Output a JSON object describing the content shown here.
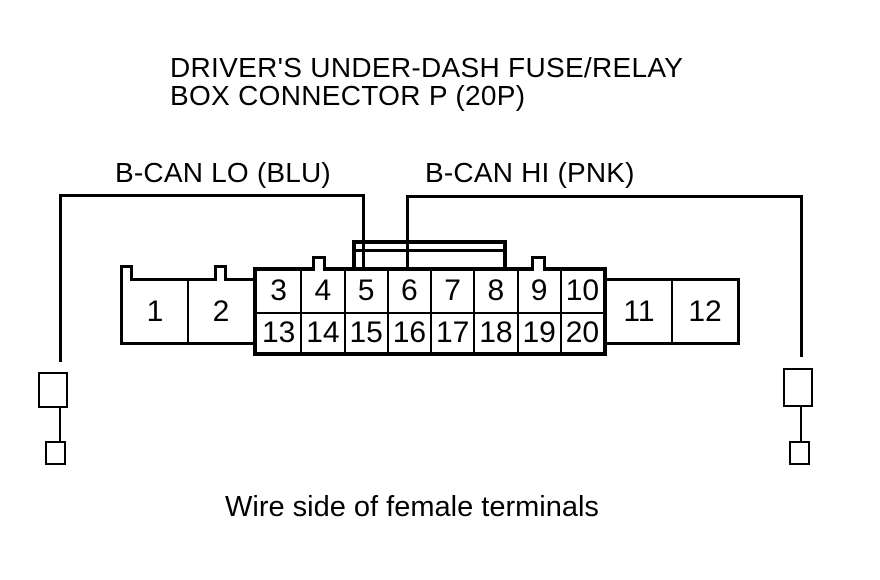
{
  "title": {
    "line1": "DRIVER'S UNDER-DASH FUSE/RELAY",
    "line2": "BOX CONNECTOR P (20P)"
  },
  "callouts": [
    {
      "label": "B-CAN LO (BLU)",
      "signal": "B-CAN LO",
      "wire_color": "BLU",
      "terminal": "5"
    },
    {
      "label": "B-CAN HI (PNK)",
      "signal": "B-CAN HI",
      "wire_color": "PNK",
      "terminal": "6"
    }
  ],
  "connector": {
    "left_block": [
      "1",
      "2"
    ],
    "top_row": [
      "3",
      "4",
      "5",
      "6",
      "7",
      "8",
      "9",
      "10"
    ],
    "bottom_row": [
      "13",
      "14",
      "15",
      "16",
      "17",
      "18",
      "19",
      "20"
    ],
    "right_block": [
      "11",
      "12"
    ]
  },
  "caption": "Wire side of female terminals",
  "colors": {
    "line": "#000000",
    "background": "#ffffff"
  }
}
